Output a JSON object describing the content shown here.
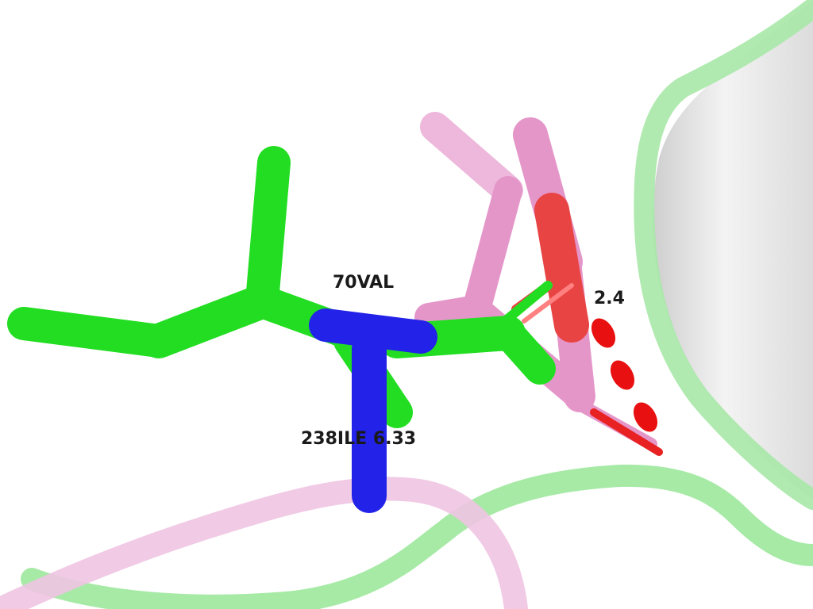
{
  "labels": {
    "residue_a": "70VAL",
    "residue_b": "238ILE 6.33",
    "distance": "2.4"
  },
  "colors": {
    "background": "#ffffff",
    "carbon_green": "#22dd22",
    "carbon_pink": "#e596c9",
    "nitrogen": "#2222e8",
    "oxygen": "#e82222",
    "ribbon_green": "#9ae89a",
    "ribbon_pink": "#f0c0e0",
    "helix_surface": "#e0e0e0"
  }
}
